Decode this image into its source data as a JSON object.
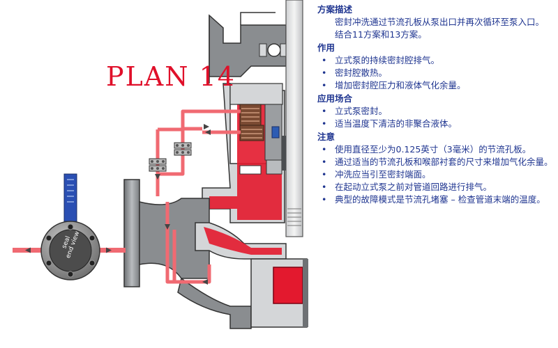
{
  "title": "PLAN 14",
  "badge": {
    "line1": "seal",
    "line2": "end view"
  },
  "sections": {
    "description": {
      "heading": "方案描述",
      "paragraphs": [
        "密封冲洗通过节流孔板从泵出口并再次循环至泵入口。",
        "结合11方案和13方案。"
      ]
    },
    "function": {
      "heading": "作用",
      "items": [
        "立式泵的持续密封腔排气。",
        "密封腔散热。",
        "增加密封腔压力和液体气化余量。"
      ]
    },
    "application": {
      "heading": "应用场合",
      "items": [
        "立式泵密封。",
        "适当温度下清洁的非聚合液体。"
      ]
    },
    "notes": {
      "heading": "注意",
      "items": [
        "使用直径至少为0.125英寸（3毫米）的节流孔板。",
        "通过适当的节流孔板和喉部衬套的尺寸来增加气化余量。",
        "冲洗应当引至密封端面。",
        "在起动立式泵之前对管道回路进行排气。",
        "典型的故障模式是节流孔堵塞 – 检查管道末端的温度。"
      ]
    }
  },
  "colors": {
    "flow": "#f06a72",
    "process": "#e3192e",
    "casing": "#8a8d90",
    "text": "#1f3590"
  }
}
